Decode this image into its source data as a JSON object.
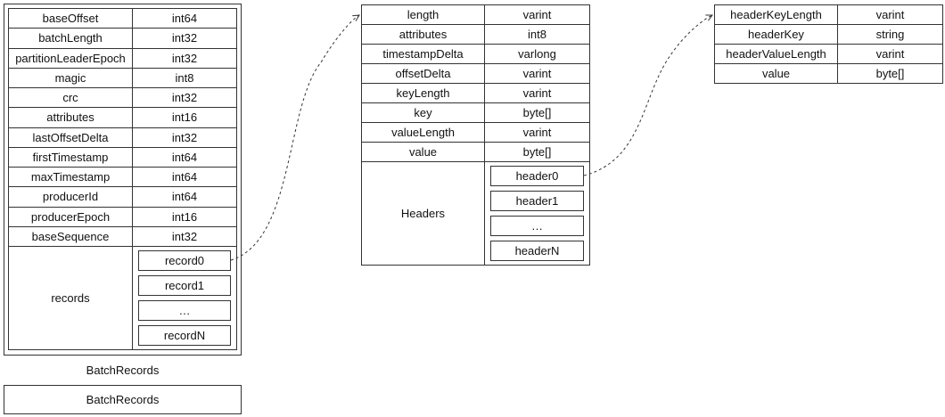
{
  "batch": {
    "fields": [
      {
        "name": "baseOffset",
        "type": "int64"
      },
      {
        "name": "batchLength",
        "type": "int32"
      },
      {
        "name": "partitionLeaderEpoch",
        "type": "int32"
      },
      {
        "name": "magic",
        "type": "int8"
      },
      {
        "name": "crc",
        "type": "int32"
      },
      {
        "name": "attributes",
        "type": "int16"
      },
      {
        "name": "lastOffsetDelta",
        "type": "int32"
      },
      {
        "name": "firstTimestamp",
        "type": "int64"
      },
      {
        "name": "maxTimestamp",
        "type": "int64"
      },
      {
        "name": "producerId",
        "type": "int64"
      },
      {
        "name": "producerEpoch",
        "type": "int16"
      },
      {
        "name": "baseSequence",
        "type": "int32"
      }
    ],
    "records_label": "records",
    "records": [
      "record0",
      "record1",
      "…",
      "recordN"
    ],
    "more_batches": [
      "BatchRecords",
      "BatchRecords"
    ]
  },
  "record": {
    "fields": [
      {
        "name": "length",
        "type": "varint"
      },
      {
        "name": "attributes",
        "type": "int8"
      },
      {
        "name": "timestampDelta",
        "type": "varlong"
      },
      {
        "name": "offsetDelta",
        "type": "varint"
      },
      {
        "name": "keyLength",
        "type": "varint"
      },
      {
        "name": "key",
        "type": "byte[]"
      },
      {
        "name": "valueLength",
        "type": "varint"
      },
      {
        "name": "value",
        "type": "byte[]"
      }
    ],
    "headers_label": "Headers",
    "headers": [
      "header0",
      "header1",
      "…",
      "headerN"
    ]
  },
  "header": {
    "fields": [
      {
        "name": "headerKeyLength",
        "type": "varint"
      },
      {
        "name": "headerKey",
        "type": "string"
      },
      {
        "name": "headerValueLength",
        "type": "varint"
      },
      {
        "name": "value",
        "type": "byte[]"
      }
    ]
  }
}
